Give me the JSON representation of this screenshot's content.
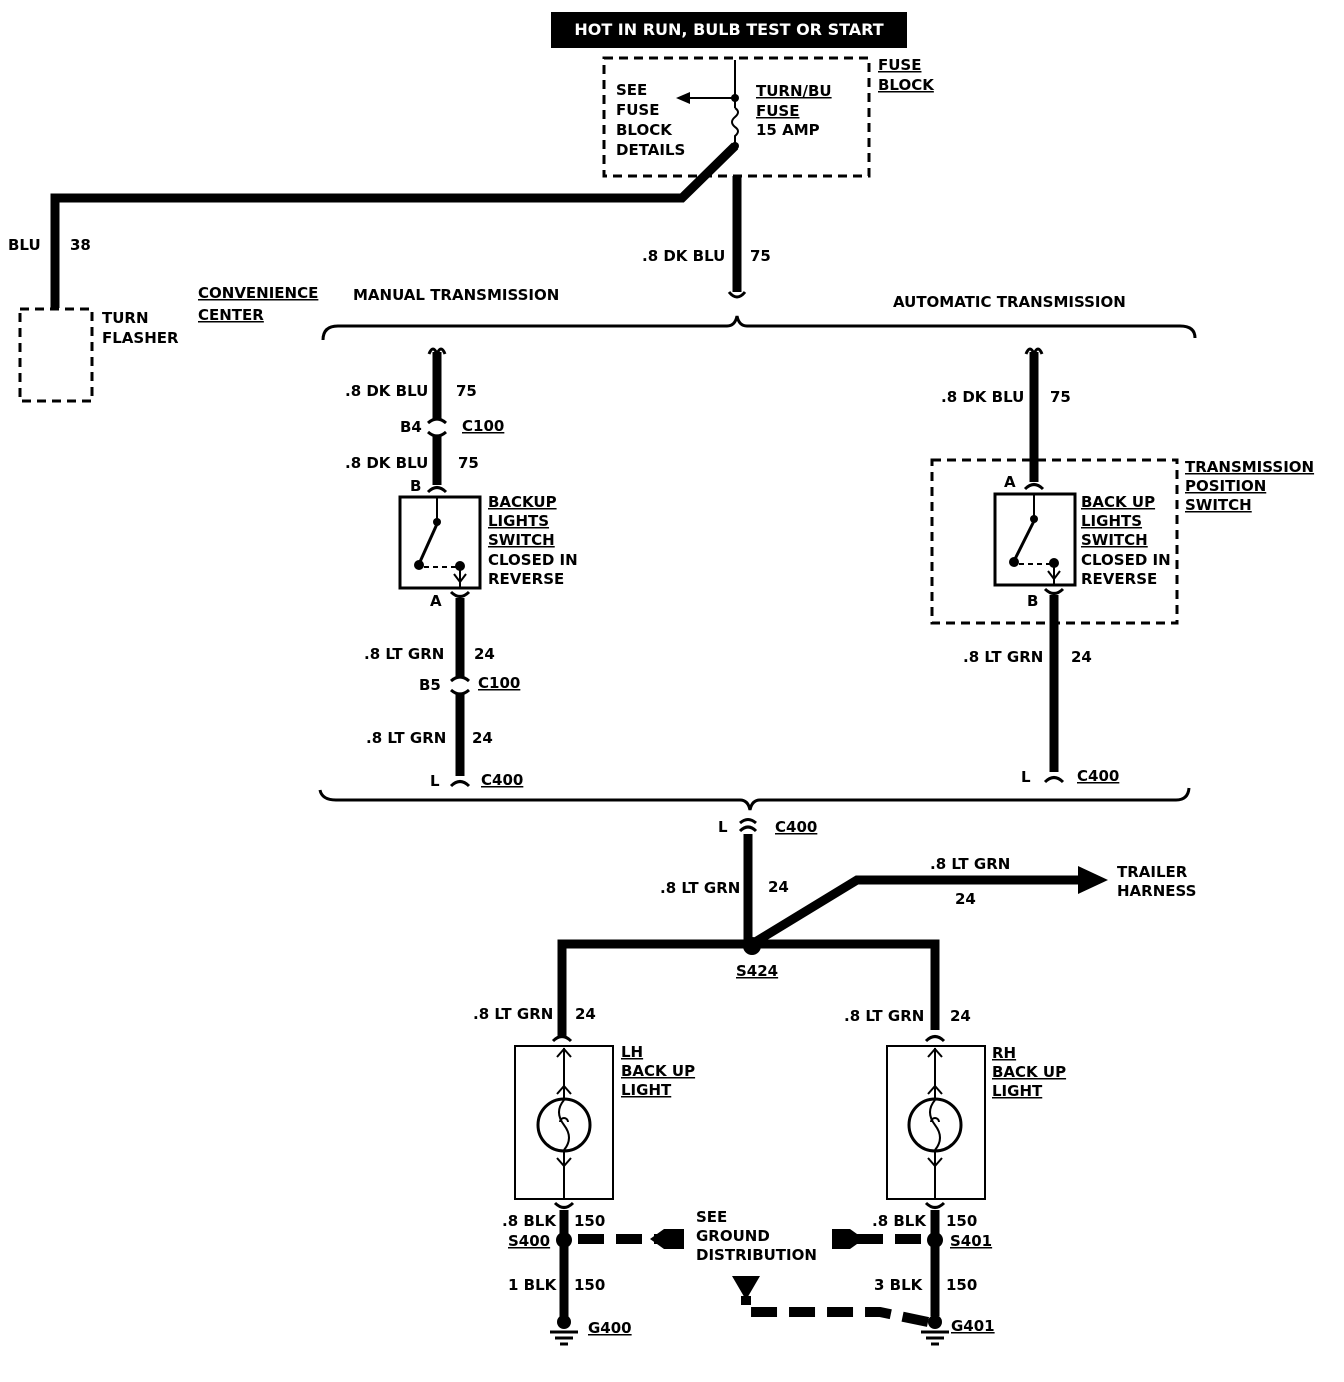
{
  "header": "HOT IN RUN, BULB TEST OR START",
  "fuse_block": {
    "label_lines": [
      "FUSE",
      "BLOCK"
    ],
    "see_details": [
      "SEE",
      "FUSE",
      "BLOCK",
      "DETAILS"
    ],
    "fuse_lines": [
      "TURN/BU",
      "FUSE",
      "15 AMP"
    ]
  },
  "turn_flasher": {
    "wire_color": "BLU",
    "wire_number": "38",
    "label_lines": [
      "TURN",
      "FLASHER"
    ],
    "location_lines": [
      "CONVENIENCE",
      "CENTER"
    ]
  },
  "feed": {
    "wire_color": ".8 DK BLU",
    "wire_number": "75"
  },
  "manual": {
    "heading": "MANUAL TRANSMISSION",
    "top": {
      "wire_color": ".8 DK BLU",
      "wire_number": "75"
    },
    "c100_top": {
      "pin": "B4",
      "connector": "C100"
    },
    "mid": {
      "wire_color": ".8 DK BLU",
      "wire_number": "75"
    },
    "switch_pin_top": "B",
    "switch_lines": [
      "BACKUP",
      "LIGHTS",
      "SWITCH",
      "CLOSED IN",
      "REVERSE"
    ],
    "switch_pin_bottom": "A",
    "out": {
      "wire_color": ".8 LT GRN",
      "wire_number": "24"
    },
    "c100_bot": {
      "pin": "B5",
      "connector": "C100"
    },
    "out2": {
      "wire_color": ".8 LT GRN",
      "wire_number": "24"
    },
    "c400": {
      "pin": "L",
      "connector": "C400"
    }
  },
  "automatic": {
    "heading": "AUTOMATIC TRANSMISSION",
    "top": {
      "wire_color": ".8 DK BLU",
      "wire_number": "75"
    },
    "tps_lines": [
      "TRANSMISSION",
      "POSITION",
      "SWITCH"
    ],
    "switch_pin_top": "A",
    "switch_lines": [
      "BACK UP",
      "LIGHTS",
      "SWITCH",
      "CLOSED IN",
      "REVERSE"
    ],
    "switch_pin_bottom": "B",
    "out": {
      "wire_color": ".8 LT GRN",
      "wire_number": "24"
    },
    "c400": {
      "pin": "L",
      "connector": "C400"
    }
  },
  "common": {
    "c400": {
      "pin": "L",
      "connector": "C400"
    },
    "wire": {
      "wire_color": ".8 LT GRN",
      "wire_number": "24"
    },
    "splice": "S424",
    "trailer_wire": {
      "wire_color": ".8 LT GRN",
      "wire_number": "24"
    },
    "trailer_lines": [
      "TRAILER",
      "HARNESS"
    ]
  },
  "lh": {
    "in": {
      "wire_color": ".8 LT GRN",
      "wire_number": "24"
    },
    "label_lines": [
      "LH",
      "BACK UP",
      "LIGHT"
    ],
    "gnd1": {
      "wire_color": ".8 BLK",
      "wire_number": "150"
    },
    "splice": "S400",
    "gnd2": {
      "wire_color": "1 BLK",
      "wire_number": "150"
    },
    "ground": "G400"
  },
  "rh": {
    "in": {
      "wire_color": ".8 LT GRN",
      "wire_number": "24"
    },
    "label_lines": [
      "RH",
      "BACK UP",
      "LIGHT"
    ],
    "gnd1": {
      "wire_color": ".8 BLK",
      "wire_number": "150"
    },
    "splice": "S401",
    "gnd2": {
      "wire_color": "3 BLK",
      "wire_number": "150"
    },
    "ground": "G401"
  },
  "ground_dist_lines": [
    "SEE",
    "GROUND",
    "DISTRIBUTION"
  ]
}
